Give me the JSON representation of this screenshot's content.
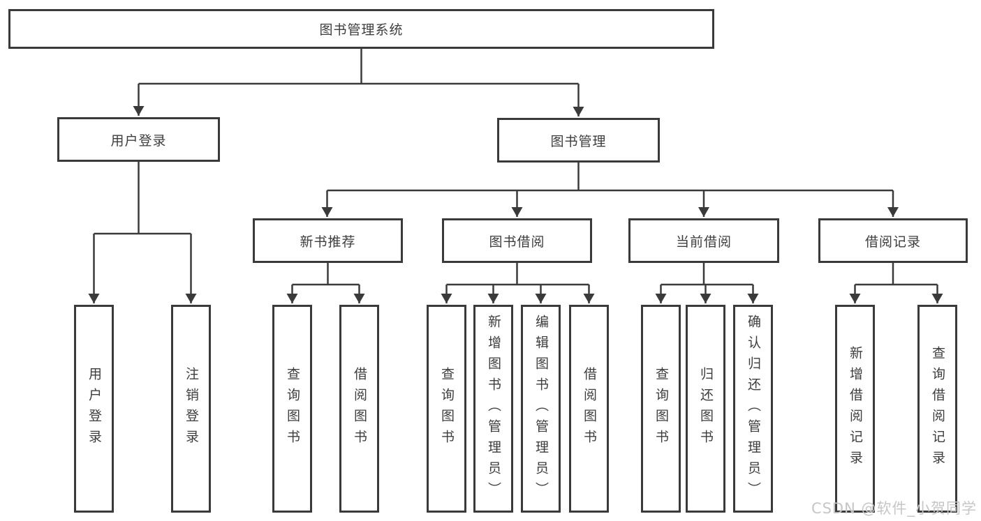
{
  "diagram": {
    "title": "图书管理系统",
    "root": {
      "label": "图书管理系统"
    },
    "level2": [
      {
        "label": "用户登录"
      },
      {
        "label": "图书管理"
      }
    ],
    "level3": [
      {
        "label": "新书推荐"
      },
      {
        "label": "图书借阅"
      },
      {
        "label": "当前借阅"
      },
      {
        "label": "借阅记录"
      }
    ],
    "leaves": {
      "user_login": [
        "用户登录",
        "注销登录"
      ],
      "new_book": [
        "查询图书",
        "借阅图书"
      ],
      "book_borrow": [
        "查询图书",
        "新增图书（管理员）",
        "编辑图书（管理员）",
        "借阅图书"
      ],
      "current_borrow": [
        "查询图书",
        "归还图书",
        "确认归还（管理员）"
      ],
      "borrow_record": [
        "新增借阅记录",
        "查询借阅记录"
      ]
    }
  },
  "watermark": {
    "text": "CSDN @软件_小贺同学"
  },
  "colors": {
    "line": "#3a3a3a",
    "text": "#3d3d3d",
    "background": "#ffffff",
    "watermark": "#c6c6c6"
  }
}
